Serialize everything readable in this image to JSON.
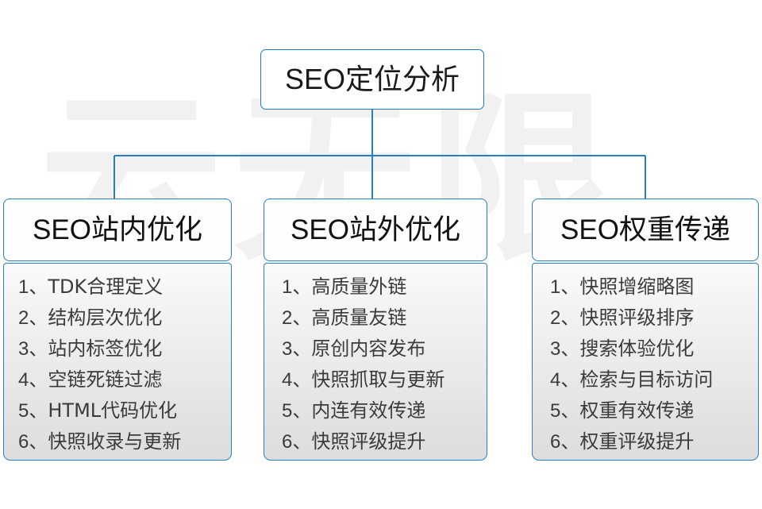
{
  "watermark": {
    "text": "云无限"
  },
  "colors": {
    "connector": "#2b7fc0",
    "border": "#2b7fc0",
    "root_border": "#1f7ac4",
    "header_text": "#111111",
    "item_text": "#3b3b3b",
    "body_fill_top": "#fbfbfb",
    "body_fill_bottom": "#dddddd",
    "background": "#ffffff"
  },
  "root": {
    "label": "SEO定位分析"
  },
  "columns": [
    {
      "header": "SEO站内优化",
      "items": [
        {
          "num": "1、",
          "text": "TDK合理定义"
        },
        {
          "num": "2、",
          "text": "结构层次优化"
        },
        {
          "num": "3、",
          "text": "站内标签优化"
        },
        {
          "num": "4、",
          "text": "空链死链过滤"
        },
        {
          "num": "5、",
          "text": "HTML代码优化"
        },
        {
          "num": "6、",
          "text": "快照收录与更新"
        }
      ]
    },
    {
      "header": "SEO站外优化",
      "items": [
        {
          "num": "1、",
          "text": "高质量外链"
        },
        {
          "num": "2、",
          "text": "高质量友链"
        },
        {
          "num": "3、",
          "text": "原创内容发布"
        },
        {
          "num": "4、",
          "text": "快照抓取与更新"
        },
        {
          "num": "5、",
          "text": "内连有效传递"
        },
        {
          "num": "6、",
          "text": "快照评级提升"
        }
      ]
    },
    {
      "header": "SEO权重传递",
      "items": [
        {
          "num": "1、",
          "text": "快照增缩略图"
        },
        {
          "num": "2、",
          "text": "快照评级排序"
        },
        {
          "num": "3、",
          "text": "搜索体验优化"
        },
        {
          "num": "4、",
          "text": "检索与目标访问"
        },
        {
          "num": "5、",
          "text": "权重有效传递"
        },
        {
          "num": "6、",
          "text": "权重评级提升"
        }
      ]
    }
  ]
}
